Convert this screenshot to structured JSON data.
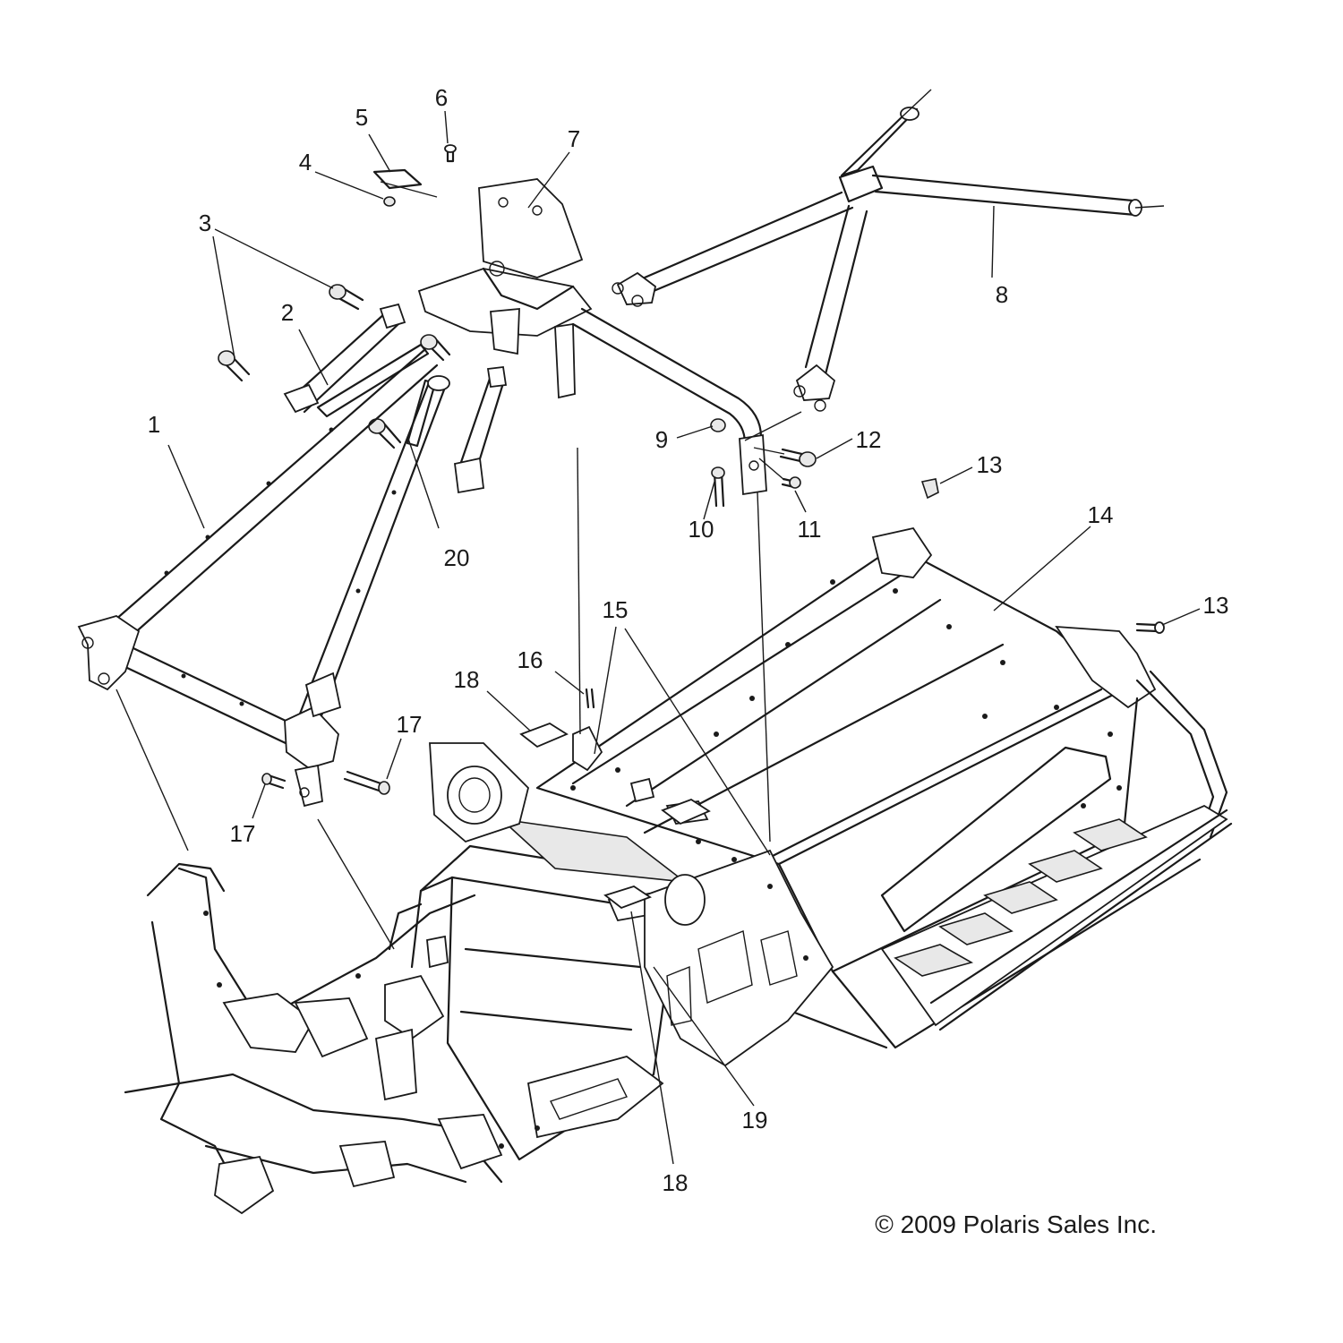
{
  "diagram": {
    "copyright": "© 2009 Polaris Sales Inc.",
    "callouts": [
      {
        "id": "c1",
        "label": "1"
      },
      {
        "id": "c2",
        "label": "2"
      },
      {
        "id": "c3",
        "label": "3"
      },
      {
        "id": "c4",
        "label": "4"
      },
      {
        "id": "c5",
        "label": "5"
      },
      {
        "id": "c6",
        "label": "6"
      },
      {
        "id": "c7",
        "label": "7"
      },
      {
        "id": "c8",
        "label": "8"
      },
      {
        "id": "c9",
        "label": "9"
      },
      {
        "id": "c10",
        "label": "10"
      },
      {
        "id": "c11",
        "label": "11"
      },
      {
        "id": "c12",
        "label": "12"
      },
      {
        "id": "c13a",
        "label": "13"
      },
      {
        "id": "c13b",
        "label": "13"
      },
      {
        "id": "c14",
        "label": "14"
      },
      {
        "id": "c15",
        "label": "15"
      },
      {
        "id": "c16",
        "label": "16"
      },
      {
        "id": "c17a",
        "label": "17"
      },
      {
        "id": "c17b",
        "label": "17"
      },
      {
        "id": "c18a",
        "label": "18"
      },
      {
        "id": "c18b",
        "label": "18"
      },
      {
        "id": "c19",
        "label": "19"
      },
      {
        "id": "c20",
        "label": "20"
      }
    ]
  }
}
